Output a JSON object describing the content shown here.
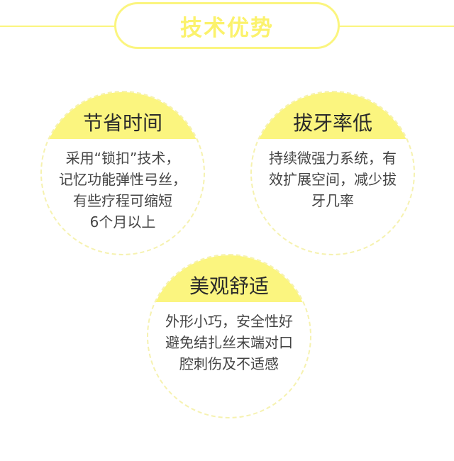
{
  "header": {
    "title": "技术优势"
  },
  "features": [
    {
      "title": "节省时间",
      "lines": [
        "采用“锁扣”技术，",
        "记忆功能弹性弓丝，",
        "有些疗程可缩短",
        "6个月以上"
      ]
    },
    {
      "title": "拔牙率低",
      "lines": [
        "持续微强力系统，有",
        "效扩展空间，减少拔",
        "牙几率"
      ]
    },
    {
      "title": "美观舒适",
      "lines": [
        "外形小巧，安全性好",
        "避免结扎丝末端对口",
        "腔刺伤及不适感"
      ]
    }
  ],
  "colors": {
    "accent_yellow": "#fbf57f",
    "title_yellow": "#fbf26c",
    "text_dark": "#2a2a2a",
    "text_body": "#444444"
  }
}
